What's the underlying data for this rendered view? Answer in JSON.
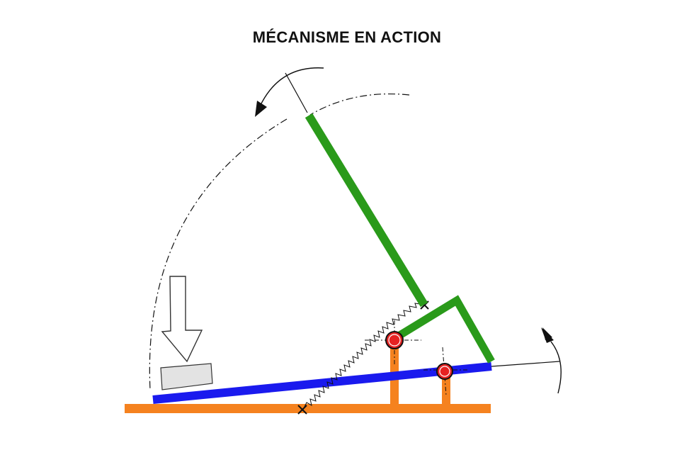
{
  "title": "MÉCANISME EN ACTION",
  "colors": {
    "base": "#f5821f",
    "lever_green": "#2a9a1a",
    "plate_blue": "#1a1aee",
    "pivot_red": "#e52222",
    "weight_fill": "#e3e3e3",
    "line": "#111111"
  },
  "icons": {
    "force": "down-arrow-icon",
    "rotation_left": "curved-arrow-ccw-icon",
    "rotation_right": "curved-arrow-ccw-icon",
    "spring": "zigzag-spring",
    "anchor": "cross-mark"
  }
}
